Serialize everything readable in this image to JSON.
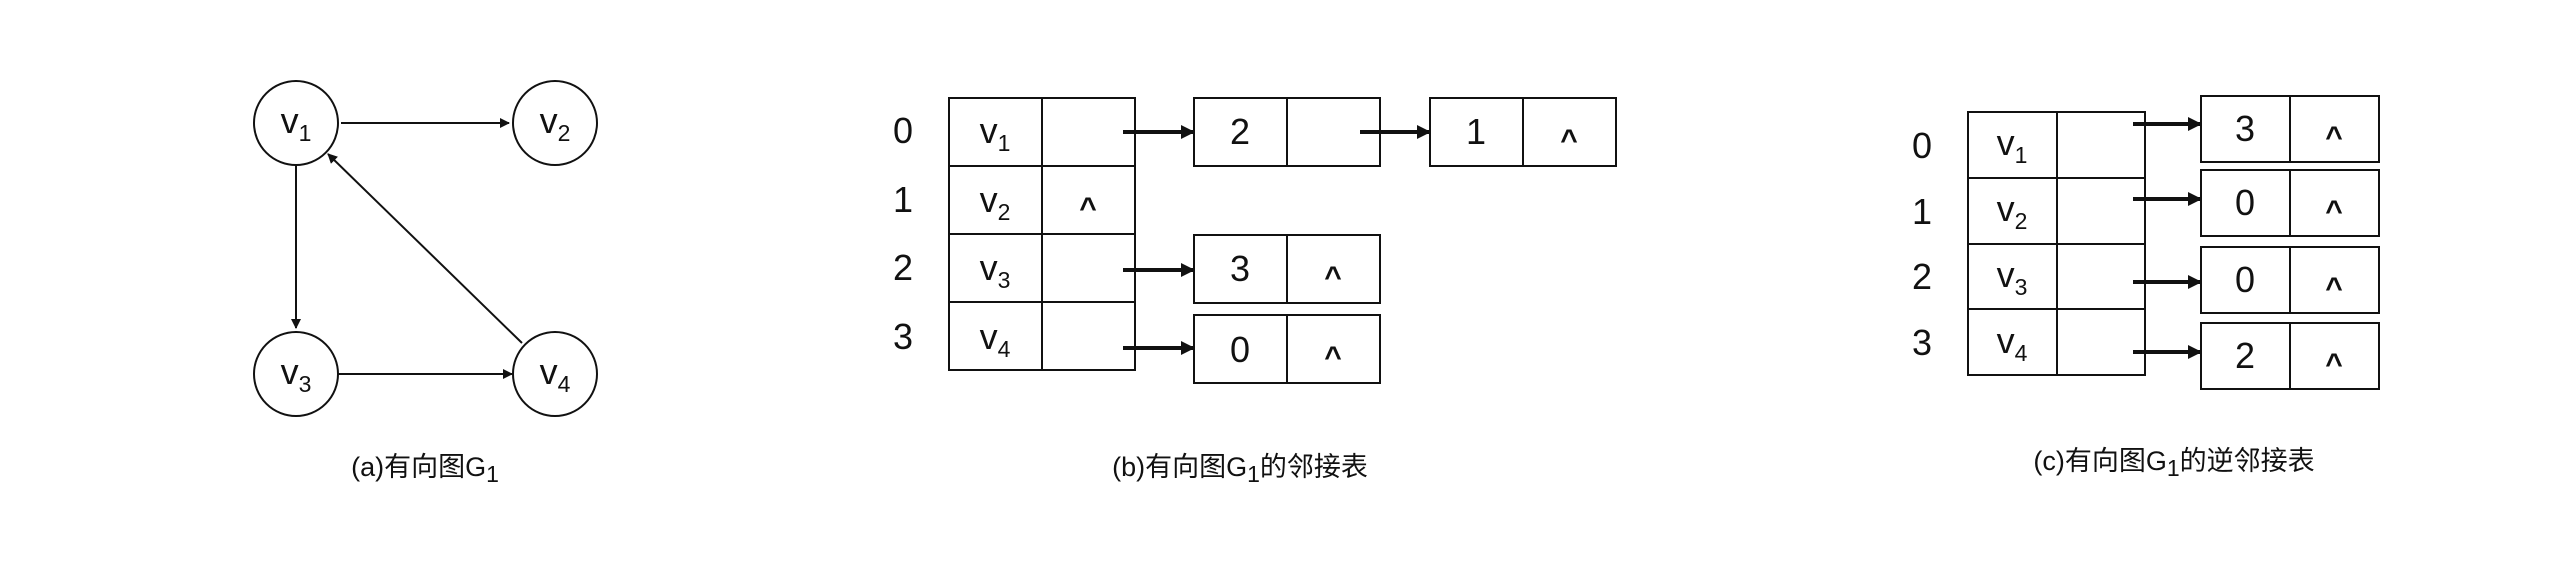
{
  "graph": {
    "vertices": [
      {
        "id": "v1",
        "letter": "v",
        "sub": "1"
      },
      {
        "id": "v2",
        "letter": "v",
        "sub": "2"
      },
      {
        "id": "v3",
        "letter": "v",
        "sub": "3"
      },
      {
        "id": "v4",
        "letter": "v",
        "sub": "4"
      }
    ],
    "edges": [
      [
        "v1",
        "v2"
      ],
      [
        "v1",
        "v3"
      ],
      [
        "v3",
        "v4"
      ],
      [
        "v4",
        "v1"
      ]
    ],
    "caption": {
      "pre": "(a)有向图G",
      "sub": "1",
      "post": ""
    }
  },
  "adjacency": {
    "indices": [
      "0",
      "1",
      "2",
      "3"
    ],
    "heads": [
      {
        "letter": "v",
        "sub": "1"
      },
      {
        "letter": "v",
        "sub": "2"
      },
      {
        "letter": "v",
        "sub": "3"
      },
      {
        "letter": "v",
        "sub": "4"
      }
    ],
    "null_symbol": "^",
    "lists": [
      [
        "2",
        "1"
      ],
      [],
      [
        "3"
      ],
      [
        "0"
      ]
    ],
    "caption": {
      "pre": "(b)有向图G",
      "sub": "1",
      "post": "的邻接表"
    }
  },
  "inverse_adjacency": {
    "indices": [
      "0",
      "1",
      "2",
      "3"
    ],
    "heads": [
      {
        "letter": "v",
        "sub": "1"
      },
      {
        "letter": "v",
        "sub": "2"
      },
      {
        "letter": "v",
        "sub": "3"
      },
      {
        "letter": "v",
        "sub": "4"
      }
    ],
    "null_symbol": "^",
    "lists": [
      [
        "3"
      ],
      [
        "0"
      ],
      [
        "0"
      ],
      [
        "2"
      ]
    ],
    "caption": {
      "pre": "(c)有向图G",
      "sub": "1",
      "post": "的逆邻接表"
    }
  }
}
